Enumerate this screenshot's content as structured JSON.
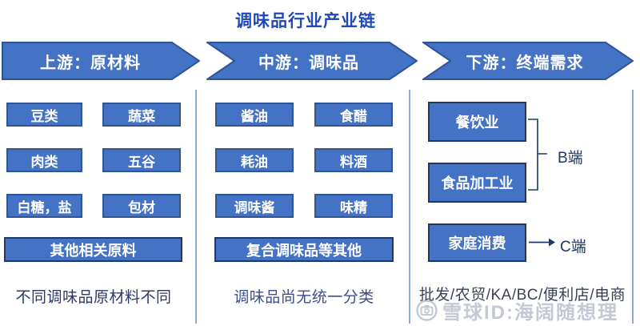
{
  "title": "调味品行业产业链",
  "stages": [
    {
      "label": "上游：原材料",
      "boxes": [
        "豆类",
        "蔬菜",
        "肉类",
        "五谷",
        "白糖，盐",
        "包材"
      ],
      "wide_box": "其他相关原料",
      "caption": "不同调味品原材料不同"
    },
    {
      "label": "中游：调味品",
      "boxes": [
        "酱油",
        "食醋",
        "耗油",
        "料酒",
        "调味酱",
        "味精"
      ],
      "wide_box": "复合调味品等其他",
      "caption": "调味品尚无统一分类"
    },
    {
      "label": "下游：终端需求",
      "boxes": [
        "餐饮业",
        "食品加工业",
        "家庭消费"
      ],
      "b_side_label": "B端",
      "c_side_label": "C端",
      "caption": "批发/农贸/KA/BC/便利店/电商"
    }
  ],
  "watermark": {
    "logo": "camera-icon",
    "text": "雪球ID:海阔随想理"
  },
  "colors": {
    "shape_fill": "#4472c4",
    "shape_border": "#2f5597",
    "dark_border": "#1f3864",
    "title_blue": "#1f49b5",
    "divider_blue": "#8faadc",
    "annotation_navy": "#1f3864"
  }
}
